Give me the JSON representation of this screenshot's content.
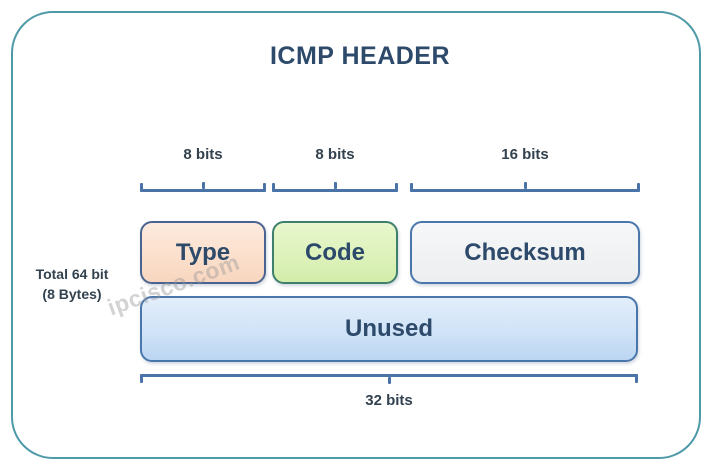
{
  "diagram": {
    "title": "ICMP HEADER",
    "frame_border_color": "#4e9aa8",
    "text_color": "#2d4a6b",
    "watermark": "ipcisco.com",
    "side_label": {
      "line1": "Total 64 bit",
      "line2": "(8 Bytes)"
    },
    "bit_labels": {
      "type": "8 bits",
      "code": "8 bits",
      "checksum": "16 bits",
      "total": "32 bits"
    },
    "fields": [
      {
        "name": "type",
        "label": "Type",
        "bits": "8 bits",
        "fill": "#fbe0cd",
        "border": "#4a6491"
      },
      {
        "name": "code",
        "label": "Code",
        "bits": "8 bits",
        "fill": "#ddf2bb",
        "border": "#3f7f6e"
      },
      {
        "name": "checksum",
        "label": "Checksum",
        "bits": "16 bits",
        "fill": "#f1f2f3",
        "border": "#4a77ab"
      },
      {
        "name": "unused",
        "label": "Unused",
        "bits": "32 bits",
        "fill": "#d2e4f8",
        "border": "#4a77ab"
      }
    ]
  }
}
